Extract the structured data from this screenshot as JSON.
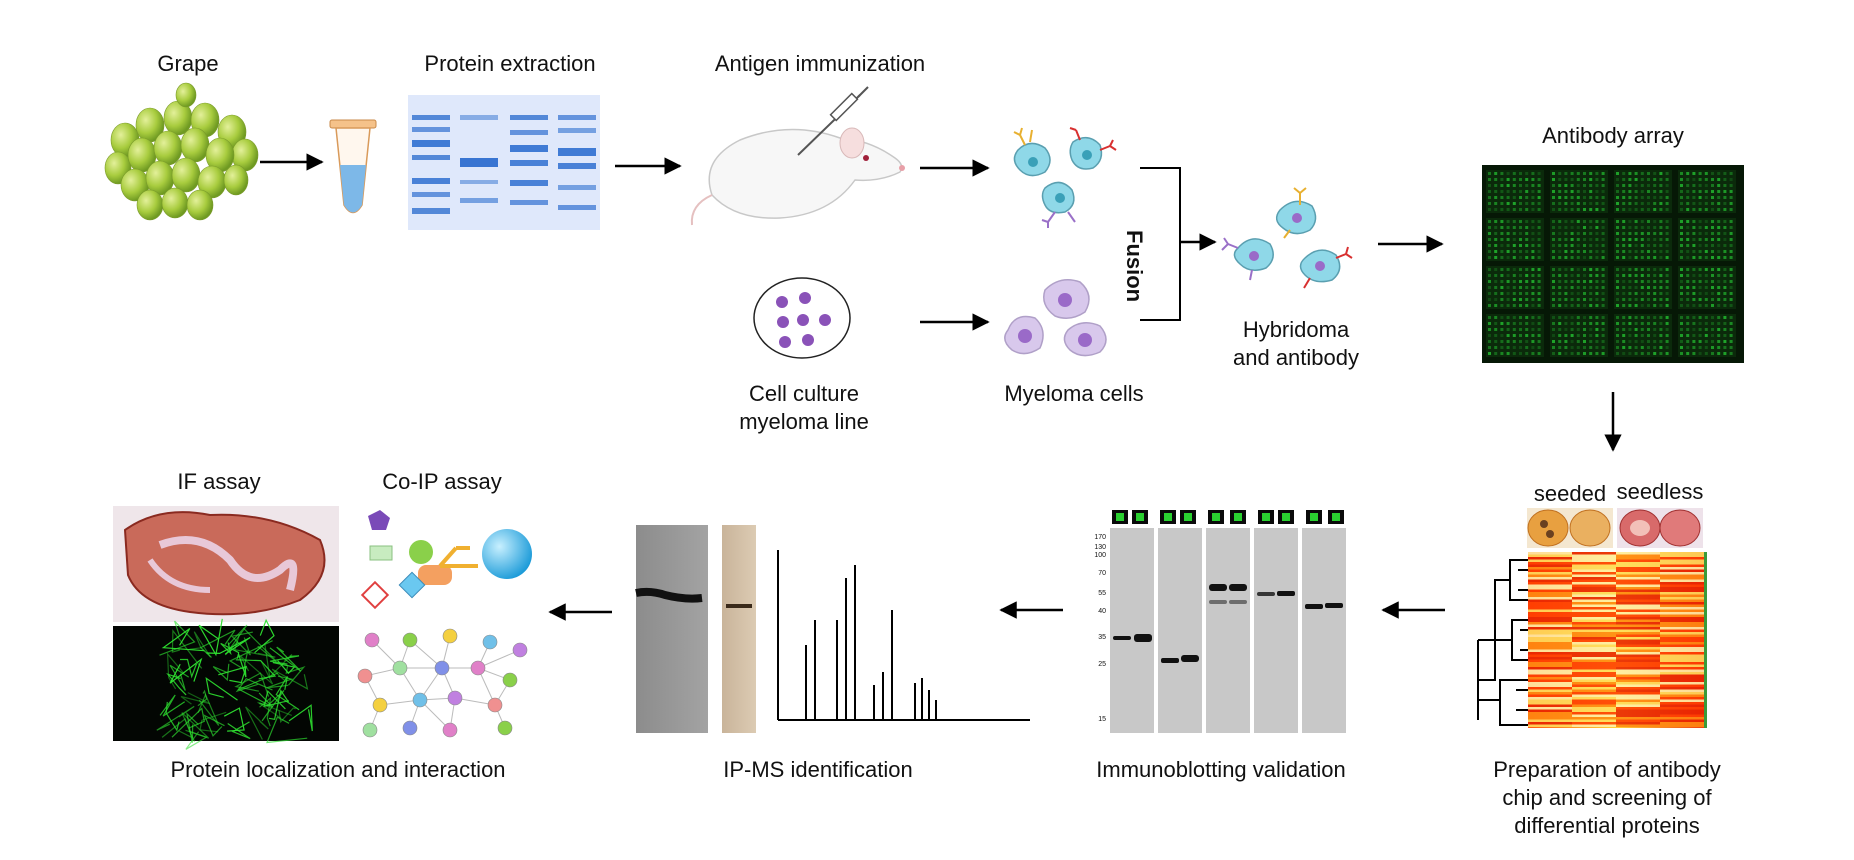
{
  "labels": {
    "grape": "Grape",
    "protein_extraction": "Protein extraction",
    "antigen_immunization": "Antigen immunization",
    "fusion": "Fusion",
    "cell_culture_1": "Cell culture",
    "cell_culture_2": "myeloma line",
    "myeloma_cells": "Myeloma cells",
    "hybridoma_1": "Hybridoma",
    "hybridoma_2": "and antibody",
    "antibody_array": "Antibody array",
    "seeded": "seeded",
    "seedless": "seedless",
    "prep_1": "Preparation of antibody",
    "prep_2": "chip and screening of",
    "prep_3": "differential proteins",
    "immunoblotting": "Immunoblotting validation",
    "ip_ms": "IP-MS identification",
    "if_assay": "IF assay",
    "coip_assay": "Co-IP assay",
    "localization": "Protein localization and interaction"
  },
  "blot_markers": [
    "170",
    "130",
    "100",
    "70",
    "55",
    "40",
    "35",
    "25",
    "15"
  ],
  "colors": {
    "grape": "#9cc33a",
    "gel_blue": "#2f6fd0",
    "array_green": "#1fa52a",
    "cell_blue": "#7fd3e3",
    "cell_purple": "#b49ad6",
    "arrow": "#000000"
  }
}
